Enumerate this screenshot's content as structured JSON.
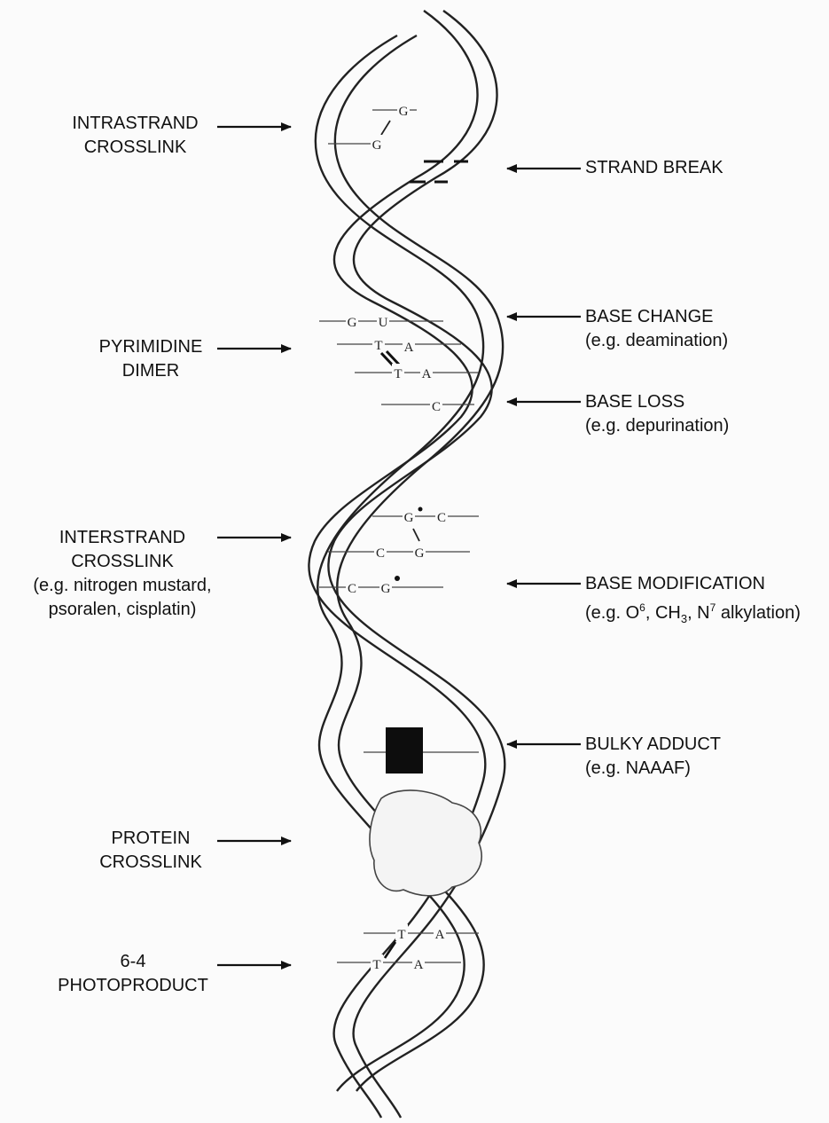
{
  "labels": {
    "intrastrand": {
      "line1": "INTRASTRAND",
      "line2": "CROSSLINK"
    },
    "strand_break": {
      "line1": "STRAND BREAK"
    },
    "pyrimidine": {
      "line1": "PYRIMIDINE",
      "line2": "DIMER"
    },
    "base_change": {
      "line1": "BASE CHANGE",
      "line2": "(e.g. deamination)"
    },
    "base_loss": {
      "line1": "BASE LOSS",
      "line2": "(e.g. depurination)"
    },
    "interstrand": {
      "line1": "INTERSTRAND",
      "line2": "CROSSLINK",
      "line3": "(e.g. nitrogen mustard,",
      "line4": "psoralen, cisplatin)"
    },
    "base_modification": {
      "line1": "BASE MODIFICATION",
      "line2_prefix": "(e.g. O",
      "line2_sup": "6",
      "line2_mid1": ", CH",
      "line2_sub": "3",
      "line2_mid2": ", N",
      "line2_sup2": "7",
      "line2_suffix": " alkylation)"
    },
    "bulky_adduct": {
      "line1": "BULKY ADDUCT",
      "line2": "(e.g. NAAAF)"
    },
    "protein": {
      "line1": "PROTEIN",
      "line2": "CROSSLINK"
    },
    "photoproduct": {
      "line1": "6-4",
      "line2": "PHOTOPRODUCT"
    }
  },
  "bases": {
    "intrastrand_top": "G",
    "intrastrand_bottom": "G",
    "change_left": "G",
    "change_right": "U",
    "dimer_top_left": "T",
    "dimer_top_right": "A",
    "dimer_bottom_left": "T",
    "dimer_bottom_right": "A",
    "loss_base": "C",
    "inter_row1_left": "G",
    "inter_row1_right": "C",
    "inter_row2_left": "C",
    "inter_row2_right": "G",
    "mod_left": "C",
    "mod_right": "G",
    "photo_top_left": "T",
    "photo_top_right": "A",
    "photo_bottom_left": "T",
    "photo_bottom_right": "A"
  }
}
